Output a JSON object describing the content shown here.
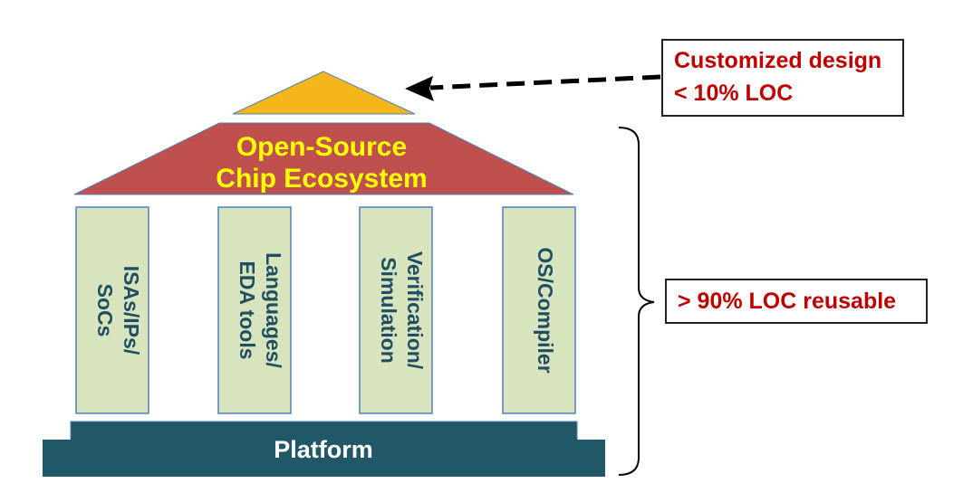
{
  "roof": {
    "line1": "Open-Source",
    "line2": "Chip Ecosystem"
  },
  "pillars": [
    {
      "line1": "ISAs/IPs/",
      "line2": "SoCs"
    },
    {
      "line1": "Languages/",
      "line2": "EDA tools"
    },
    {
      "line1": "Verification/",
      "line2": "Simulation"
    },
    {
      "line1": "OS/Compiler",
      "line2": ""
    }
  ],
  "platform": {
    "label": "Platform"
  },
  "custom_box": {
    "line1": "Customized design",
    "line2": "< 10% LOC"
  },
  "reuse_box": {
    "label": "> 90% LOC reusable"
  },
  "colors": {
    "top_triangle": "#f5b61b",
    "roof": "#c0504d",
    "roof_text": "#ffff00",
    "pillar_fill": "#d7e4bd",
    "pillar_stroke": "#4f81bd",
    "pillar_text": "#1f4e63",
    "platform": "#215868",
    "box_text": "#c00000"
  }
}
